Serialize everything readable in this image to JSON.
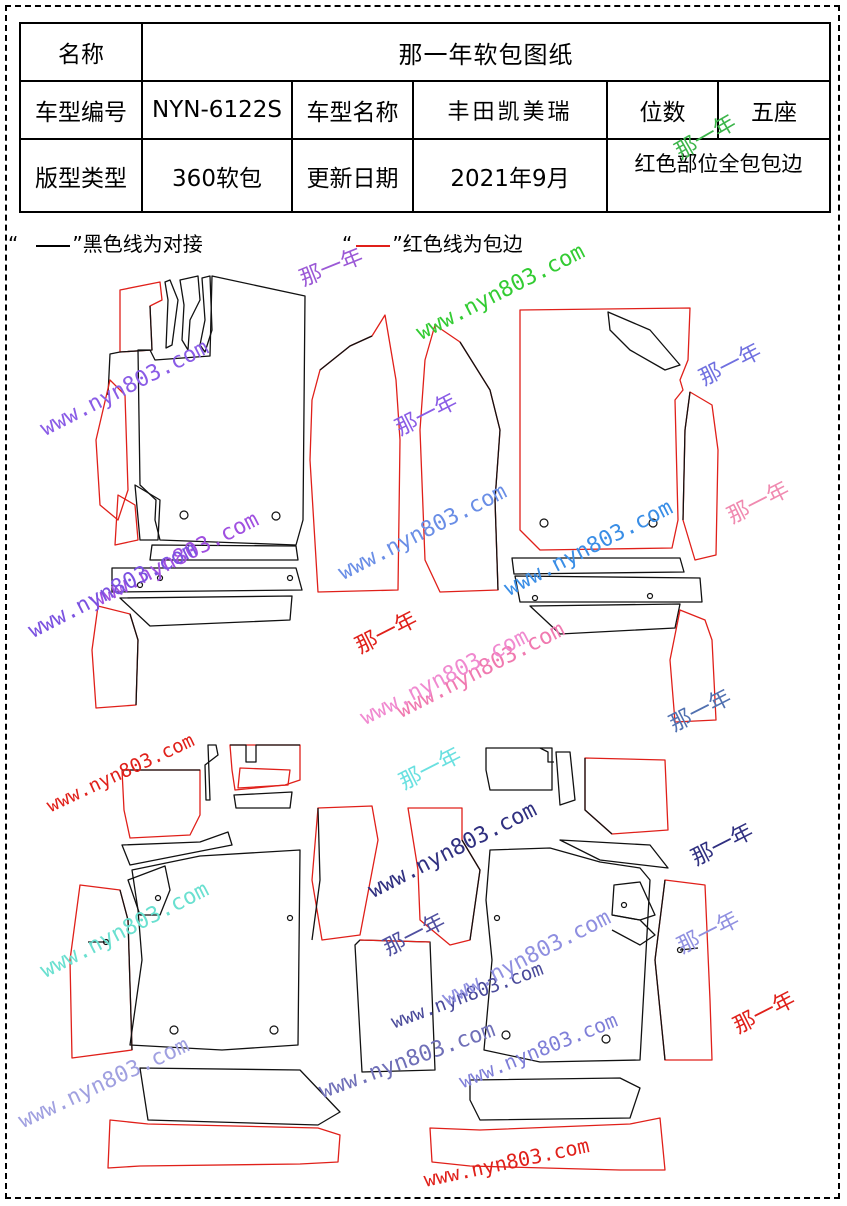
{
  "info_table": {
    "name_label": "名称",
    "name_value": "那一年软包图纸",
    "model_code_label": "车型编号",
    "model_code_value": "NYN-6122S",
    "model_name_label": "车型名称",
    "model_name_value": "丰田凯美瑞",
    "seats_label": "位数",
    "seats_value": "五座",
    "pattern_type_label": "版型类型",
    "pattern_type_value": "360软包",
    "update_date_label": "更新日期",
    "update_date_value": "2021年9月",
    "note": "红色部位全包包边"
  },
  "legend": {
    "black_open": "“",
    "black_line": "”黑色线为对接",
    "red_open": "“",
    "red_line": "”红色线为包边"
  },
  "line_colors": {
    "butt_joint": "#111111",
    "edge_binding": "#e0201a"
  },
  "watermarks": [
    {
      "text": "那一年",
      "color": "#9b59d6"
    },
    {
      "text": "www.nyn803.com",
      "color": "#33cc33"
    },
    {
      "text": "那一年",
      "color": "#3cb54a"
    },
    {
      "text": "www.nyn803.com",
      "color": "#8a5ce6"
    },
    {
      "text": "那一年",
      "color": "#7070e0"
    },
    {
      "text": "那一年",
      "color": "#8a5ce6"
    },
    {
      "text": "www.nyn803.com",
      "color": "#6a8ee6"
    },
    {
      "text": "那一年",
      "color": "#f08ab0"
    },
    {
      "text": "www.nyn803.com",
      "color": "#a050e0"
    },
    {
      "text": "www.nyn803.com",
      "color": "#3a8ee6"
    },
    {
      "text": "那一年",
      "color": "#e0201a"
    },
    {
      "text": "www.nyn803.com",
      "color": "#7b52e0"
    },
    {
      "text": "www.nyn803.com",
      "color": "#f07ab0"
    },
    {
      "text": "www.nyn803.com",
      "color": "#f08ad0"
    },
    {
      "text": "那一年",
      "color": "#5070b0"
    },
    {
      "text": "www.nyn803.com",
      "color": "#e0201a"
    },
    {
      "text": "那一年",
      "color": "#6ae0e0"
    },
    {
      "text": "www.nyn803.com",
      "color": "#303080"
    },
    {
      "text": "那一年",
      "color": "#303080"
    },
    {
      "text": "www.nyn803.com",
      "color": "#6ae0d0"
    },
    {
      "text": "那一年",
      "color": "#5050a0"
    },
    {
      "text": "www.nyn803.com",
      "color": "#4a4a9a"
    },
    {
      "text": "www.nyn803.com",
      "color": "#8f8fe0"
    },
    {
      "text": "那一年",
      "color": "#9090e0"
    },
    {
      "text": "www.nyn803.com",
      "color": "#7070b8"
    },
    {
      "text": "www.nyn803.com",
      "color": "#a0a0e0"
    },
    {
      "text": "那一年",
      "color": "#e0201a"
    },
    {
      "text": "www.nyn803.com",
      "color": "#e0201a"
    },
    {
      "text": "www.nyn803.com",
      "color": "#7f7fd8"
    }
  ]
}
